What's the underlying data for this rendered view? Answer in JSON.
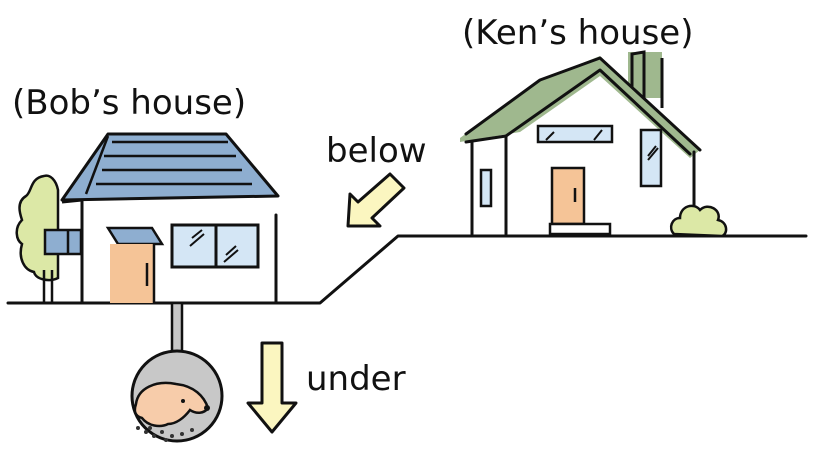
{
  "labels": {
    "bob_house": "(Bob’s  house)",
    "ken_house": "(Ken’s  house)",
    "below": "below",
    "under": "under"
  },
  "colors": {
    "bob_roof": "#8eaed0",
    "ken_roof": "#9fb88e",
    "door": "#f5c497",
    "window": "#d4e6f5",
    "tree": "#dce8a6",
    "arrow": "#fbf6c0",
    "burrow": "#c8c8c8",
    "mole": "#f7ccaa"
  },
  "icons": {
    "below_arrow": "arrow-down-left",
    "under_arrow": "arrow-down"
  }
}
